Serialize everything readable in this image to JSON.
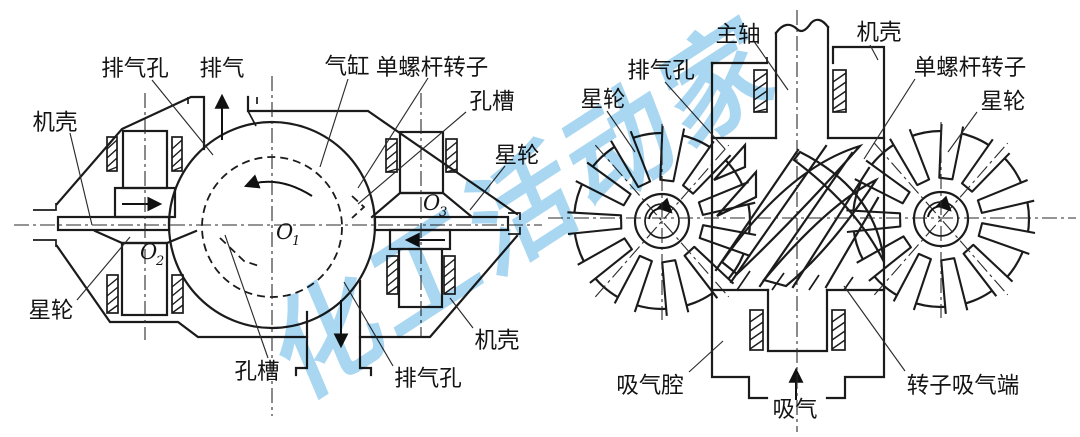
{
  "watermark": {
    "text": "化工活动家",
    "color": "#93cdee"
  },
  "left_view": {
    "labels": {
      "exhaust_port_top": "排气孔",
      "exhaust_flow": "排气",
      "cylinder": "气缸",
      "screw_rotor": "单螺杆转子",
      "slot_top": "孔槽",
      "casing_upper_left": "机壳",
      "star_wheel_upper_right": "星轮",
      "star_wheel_lower_left": "星轮",
      "slot_bottom": "孔槽",
      "exhaust_port_bottom": "排气孔",
      "casing_lower_right": "机壳"
    },
    "centers": {
      "o1": {
        "label": "O",
        "sub": "1"
      },
      "o2": {
        "label": "O",
        "sub": "2"
      },
      "o3": {
        "label": "O",
        "sub": "3"
      }
    }
  },
  "right_view": {
    "labels": {
      "main_shaft": "主轴",
      "casing": "机壳",
      "exhaust_port": "排气孔",
      "star_wheel_left": "星轮",
      "screw_rotor": "单螺杆转子",
      "star_wheel_right": "星轮",
      "suction_chamber": "吸气腔",
      "suction_flow": "吸气",
      "rotor_suction_end": "转子吸气端"
    }
  }
}
